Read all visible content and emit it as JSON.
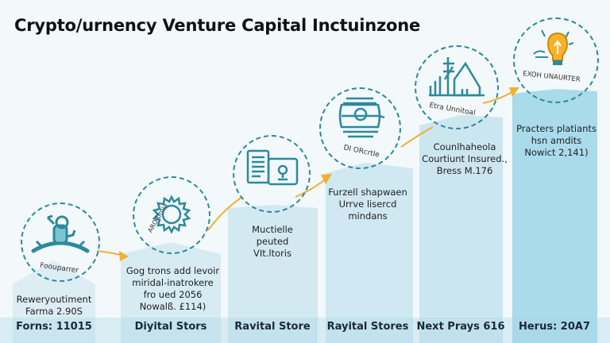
{
  "title": "Crypto/urnency Venture Capital Inctuinzone",
  "colors": {
    "accent_teal": "#2b8a9c",
    "arrow_gold": "#f0b030",
    "bar_light": "#d7ecf3",
    "bar_dark": "#a9dbeb"
  },
  "stages": [
    {
      "icon": "sprout-figure-icon",
      "ring_text": "Foouparrer",
      "description": [
        "Reweryoutiment",
        "Farma 2.90S"
      ],
      "label": "Forns: 11015"
    },
    {
      "icon": "gear-icon",
      "ring_text": "ARO Urnia",
      "description": [
        "Gog trons add levoir",
        "miridal-inatrokere",
        "fro ued 2056",
        "Nowalß. £114)"
      ],
      "label": "Diyital Stors"
    },
    {
      "icon": "document-screen-icon",
      "ring_text": "",
      "description": [
        "Muctielle",
        "peuted",
        "VIt.ltoris"
      ],
      "label": "Ravital Store"
    },
    {
      "icon": "vault-icon",
      "ring_text": "DI ORcrtle",
      "description": [
        "Furzell shapwaen",
        "Urrve lisercd",
        "mindans"
      ],
      "label": "Rayital Stores"
    },
    {
      "icon": "house-building-icon",
      "ring_text": "Etra Unnitoal",
      "description": [
        "Counlhaheola",
        "Courtiunt Insured.,",
        "Bress M.176"
      ],
      "label": "Next Prays 616"
    },
    {
      "icon": "lightbulb-icon",
      "ring_text": "EXOH UNAURTER",
      "description": [
        "Practers platiants",
        "hsn amdits",
        "Nowict 2,141)"
      ],
      "label": "Herus: 20A7"
    }
  ]
}
